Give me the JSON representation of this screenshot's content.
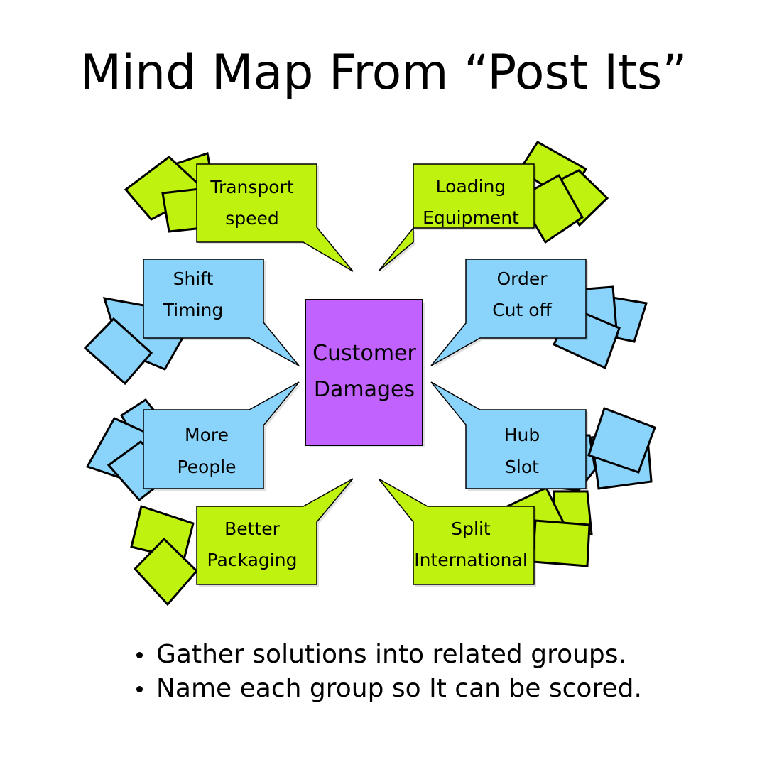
{
  "title": "Mind Map From “Post Its”",
  "center": {
    "lines": [
      "Customer",
      "Damages"
    ]
  },
  "groups": [
    {
      "id": "transport-speed",
      "lines": [
        "Transport",
        "speed"
      ],
      "color": "green"
    },
    {
      "id": "loading-equipment",
      "lines": [
        "Loading",
        "Equipment"
      ],
      "color": "green"
    },
    {
      "id": "shift-timing",
      "lines": [
        "Shift",
        "Timing"
      ],
      "color": "blue"
    },
    {
      "id": "order-cut-off",
      "lines": [
        "Order",
        "Cut off"
      ],
      "color": "blue"
    },
    {
      "id": "more-people",
      "lines": [
        "More",
        "People"
      ],
      "color": "blue"
    },
    {
      "id": "hub-slot",
      "lines": [
        "Hub",
        "Slot"
      ],
      "color": "blue"
    },
    {
      "id": "better-packaging",
      "lines": [
        "Better",
        "Packaging"
      ],
      "color": "green"
    },
    {
      "id": "split-international",
      "lines": [
        "Split",
        "International"
      ],
      "color": "green"
    }
  ],
  "bullets": [
    "Gather solutions into related groups.",
    "Name each group so It can be scored."
  ],
  "colors": {
    "green": "#bff20f",
    "blue": "#8ad4fb",
    "center": "#c162ff",
    "outline": "#000000"
  }
}
